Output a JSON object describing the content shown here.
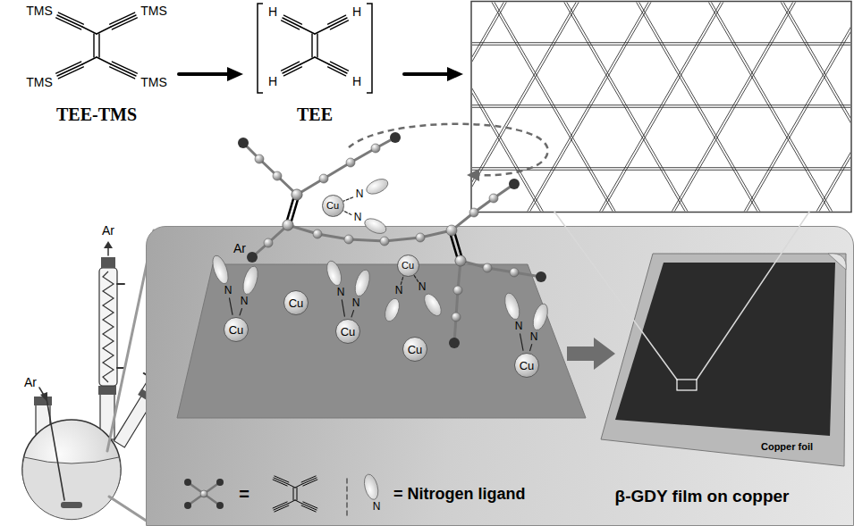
{
  "diagram": {
    "nodes": [
      {
        "text": [
          "Cu"
        ]
      },
      {
        "text": [
          "β-GDY film on copper"
        ]
      },
      {
        "text": [
          "Cu"
        ],
        "in": 1
      },
      {
        "text": [
          "Cu"
        ],
        "in": 1
      },
      {
        "text": [
          "Cu"
        ],
        "in": 1
      },
      {
        "text": [
          "Cu"
        ],
        "in": 1
      },
      {
        "text": [
          "Cu"
        ],
        "in": 1
      },
      {
        "text": [
          "Cu"
        ],
        "in": 1
      }
    ],
    "labels": [
      "TMS",
      "TMS",
      "TMS",
      "TMS",
      "TEE-TMS",
      "H",
      "H",
      "H",
      "H",
      "TEE",
      "Ar",
      "Ar",
      "Ar",
      "N",
      "N",
      "N",
      "N",
      "N",
      "N",
      "N",
      "N",
      "N",
      "N",
      "N",
      "Copper foil"
    ],
    "legend": [
      {
        "text": "="
      },
      {
        "text": "= Nitrogen ligand"
      }
    ]
  }
}
